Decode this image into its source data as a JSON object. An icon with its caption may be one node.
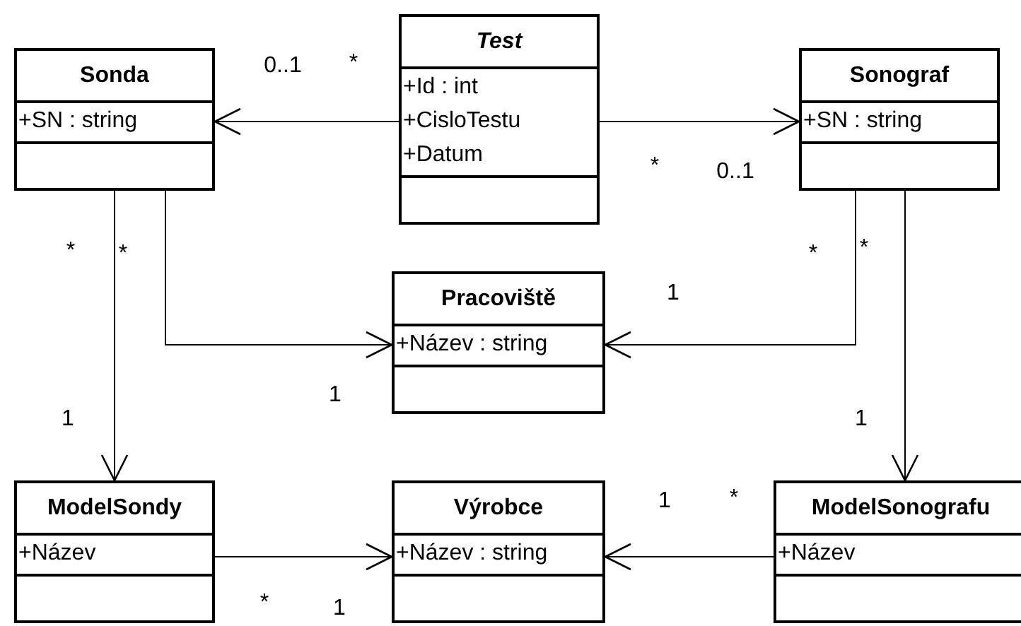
{
  "diagram": {
    "nodes": [
      {
        "text": [
          "Sonda",
          "+SN : string"
        ]
      },
      {
        "text": [
          "Test",
          "+Id : int",
          "+CisloTestu",
          "+Datum"
        ]
      },
      {
        "text": [
          "Sonograf",
          "+SN : string"
        ]
      },
      {
        "text": [
          "Pracoviště",
          "+Název : string"
        ]
      },
      {
        "text": [
          "ModelSondy",
          "+Název"
        ]
      },
      {
        "text": [
          "Výrobce",
          "+Název : string"
        ]
      },
      {
        "text": [
          "ModelSonografu",
          "+Název"
        ]
      }
    ],
    "edges": [
      {
        "from": 1,
        "to": 0,
        "arrow": "to"
      },
      {
        "from": 1,
        "to": 2,
        "arrow": "to"
      },
      {
        "from": 0,
        "to": 4,
        "arrow": "to"
      },
      {
        "from": 0,
        "to": 3,
        "arrow": "to"
      },
      {
        "from": 2,
        "to": 3,
        "arrow": "to"
      },
      {
        "from": 2,
        "to": 6,
        "arrow": "to"
      },
      {
        "from": 4,
        "to": 5,
        "arrow": "to"
      },
      {
        "from": 6,
        "to": 5,
        "arrow": "to"
      }
    ],
    "labels": [
      "0..1",
      "*",
      "*",
      "0..1",
      "*",
      "*",
      "*",
      "*",
      "1",
      "1",
      "1",
      "1",
      "1",
      "*",
      "*",
      "1"
    ]
  }
}
